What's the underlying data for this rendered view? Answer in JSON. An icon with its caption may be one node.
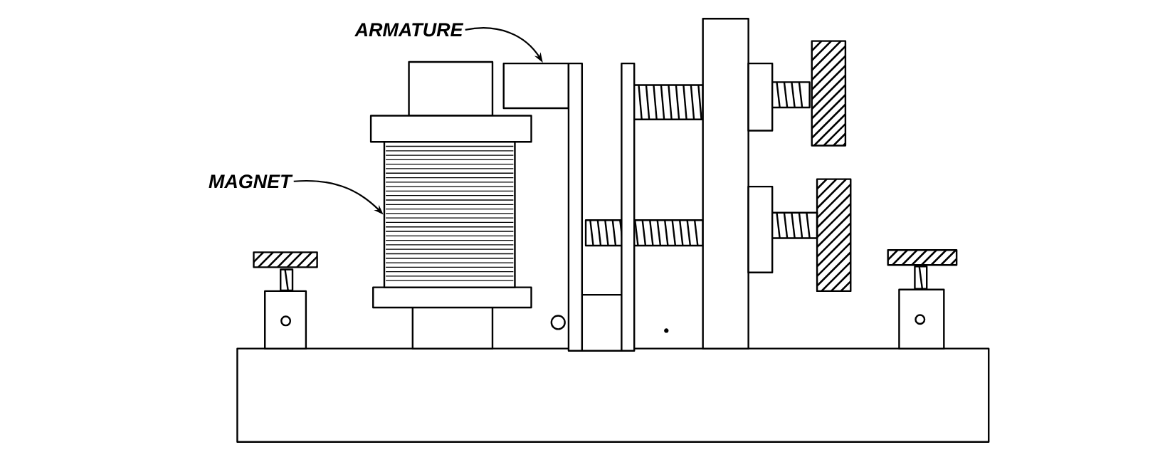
{
  "diagram": {
    "nodes": [
      {
        "text": [
          "ARMATURE"
        ]
      },
      {
        "text": [],
        "shape": "picture"
      },
      {
        "text": [
          "MAGNET"
        ]
      },
      {
        "text": [],
        "shape": "picture"
      }
    ],
    "edges": [
      {
        "from": 0,
        "to": 1,
        "arrow": "to"
      },
      {
        "from": 2,
        "to": 3,
        "arrow": "to"
      }
    ]
  }
}
